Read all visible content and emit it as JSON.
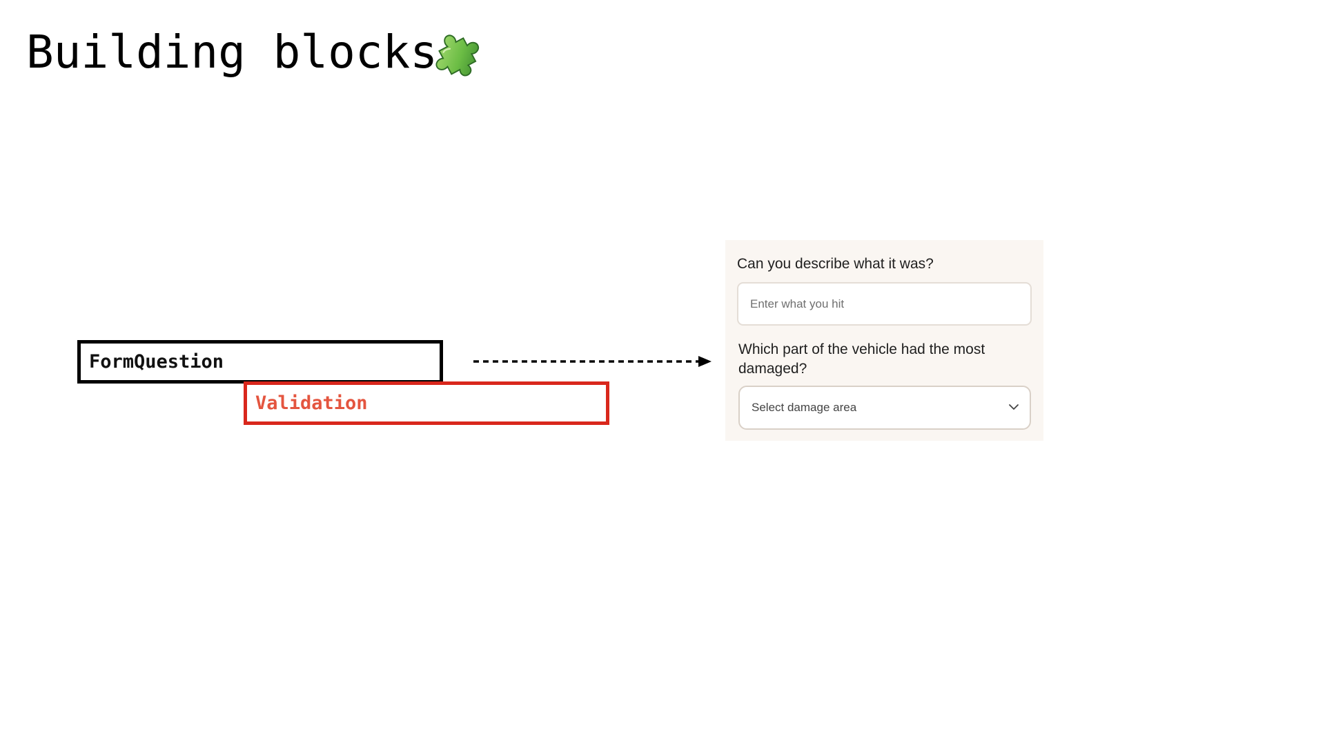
{
  "slide": {
    "title": "Building blocks",
    "title_icon": "puzzle-piece-icon"
  },
  "diagram": {
    "components": [
      {
        "label": "FormQuestion",
        "border_color": "#000000",
        "text_color": "#111111"
      },
      {
        "label": "Validation",
        "border_color": "#d9271c",
        "text_color": "#e4553f"
      }
    ],
    "connector": "dashed-arrow-right"
  },
  "form_preview": {
    "background": "#faf6f2",
    "question_1": {
      "label": "Can you describe what it was?",
      "placeholder": "Enter what you hit",
      "value": ""
    },
    "question_2": {
      "label": "Which part of the vehicle had the most damaged?",
      "selected": "Select damage area",
      "icon": "chevron-down-icon"
    }
  }
}
